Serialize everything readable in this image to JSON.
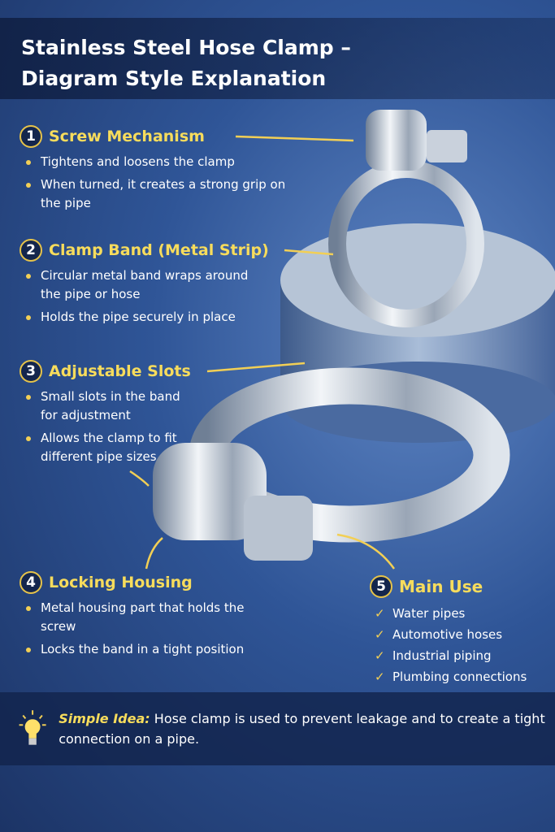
{
  "title": {
    "line1": "Stainless Steel Hose Clamp –",
    "line2": "Diagram Style Explanation"
  },
  "sections": [
    {
      "num": "1",
      "heading": "Screw Mechanism",
      "bullets": [
        "Tightens and loosens the clamp",
        "When turned, it creates a strong grip on the pipe"
      ]
    },
    {
      "num": "2",
      "heading": "Clamp Band (Metal Strip)",
      "bullets": [
        "Circular metal band wraps around the pipe or hose",
        "Holds the pipe securely in place"
      ]
    },
    {
      "num": "3",
      "heading": "Adjustable Slots",
      "bullets": [
        "Small slots in the band for adjustment",
        "Allows the clamp to fit different pipe sizes"
      ]
    },
    {
      "num": "4",
      "heading": "Locking Housing",
      "bullets": [
        "Metal housing part that holds the screw",
        "Locks the band in a tight position"
      ]
    },
    {
      "num": "5",
      "heading": "Main Use",
      "bullets": [
        "Water pipes",
        "Automotive hoses",
        "Industrial piping",
        "Plumbing connections"
      ]
    }
  ],
  "footer": {
    "label": "Simple Idea:",
    "text": "Hose clamp is used to prevent leakage and to create a tight connection on a pipe."
  },
  "colors": {
    "accent": "#f7dc5c",
    "background": "#2f5597"
  }
}
